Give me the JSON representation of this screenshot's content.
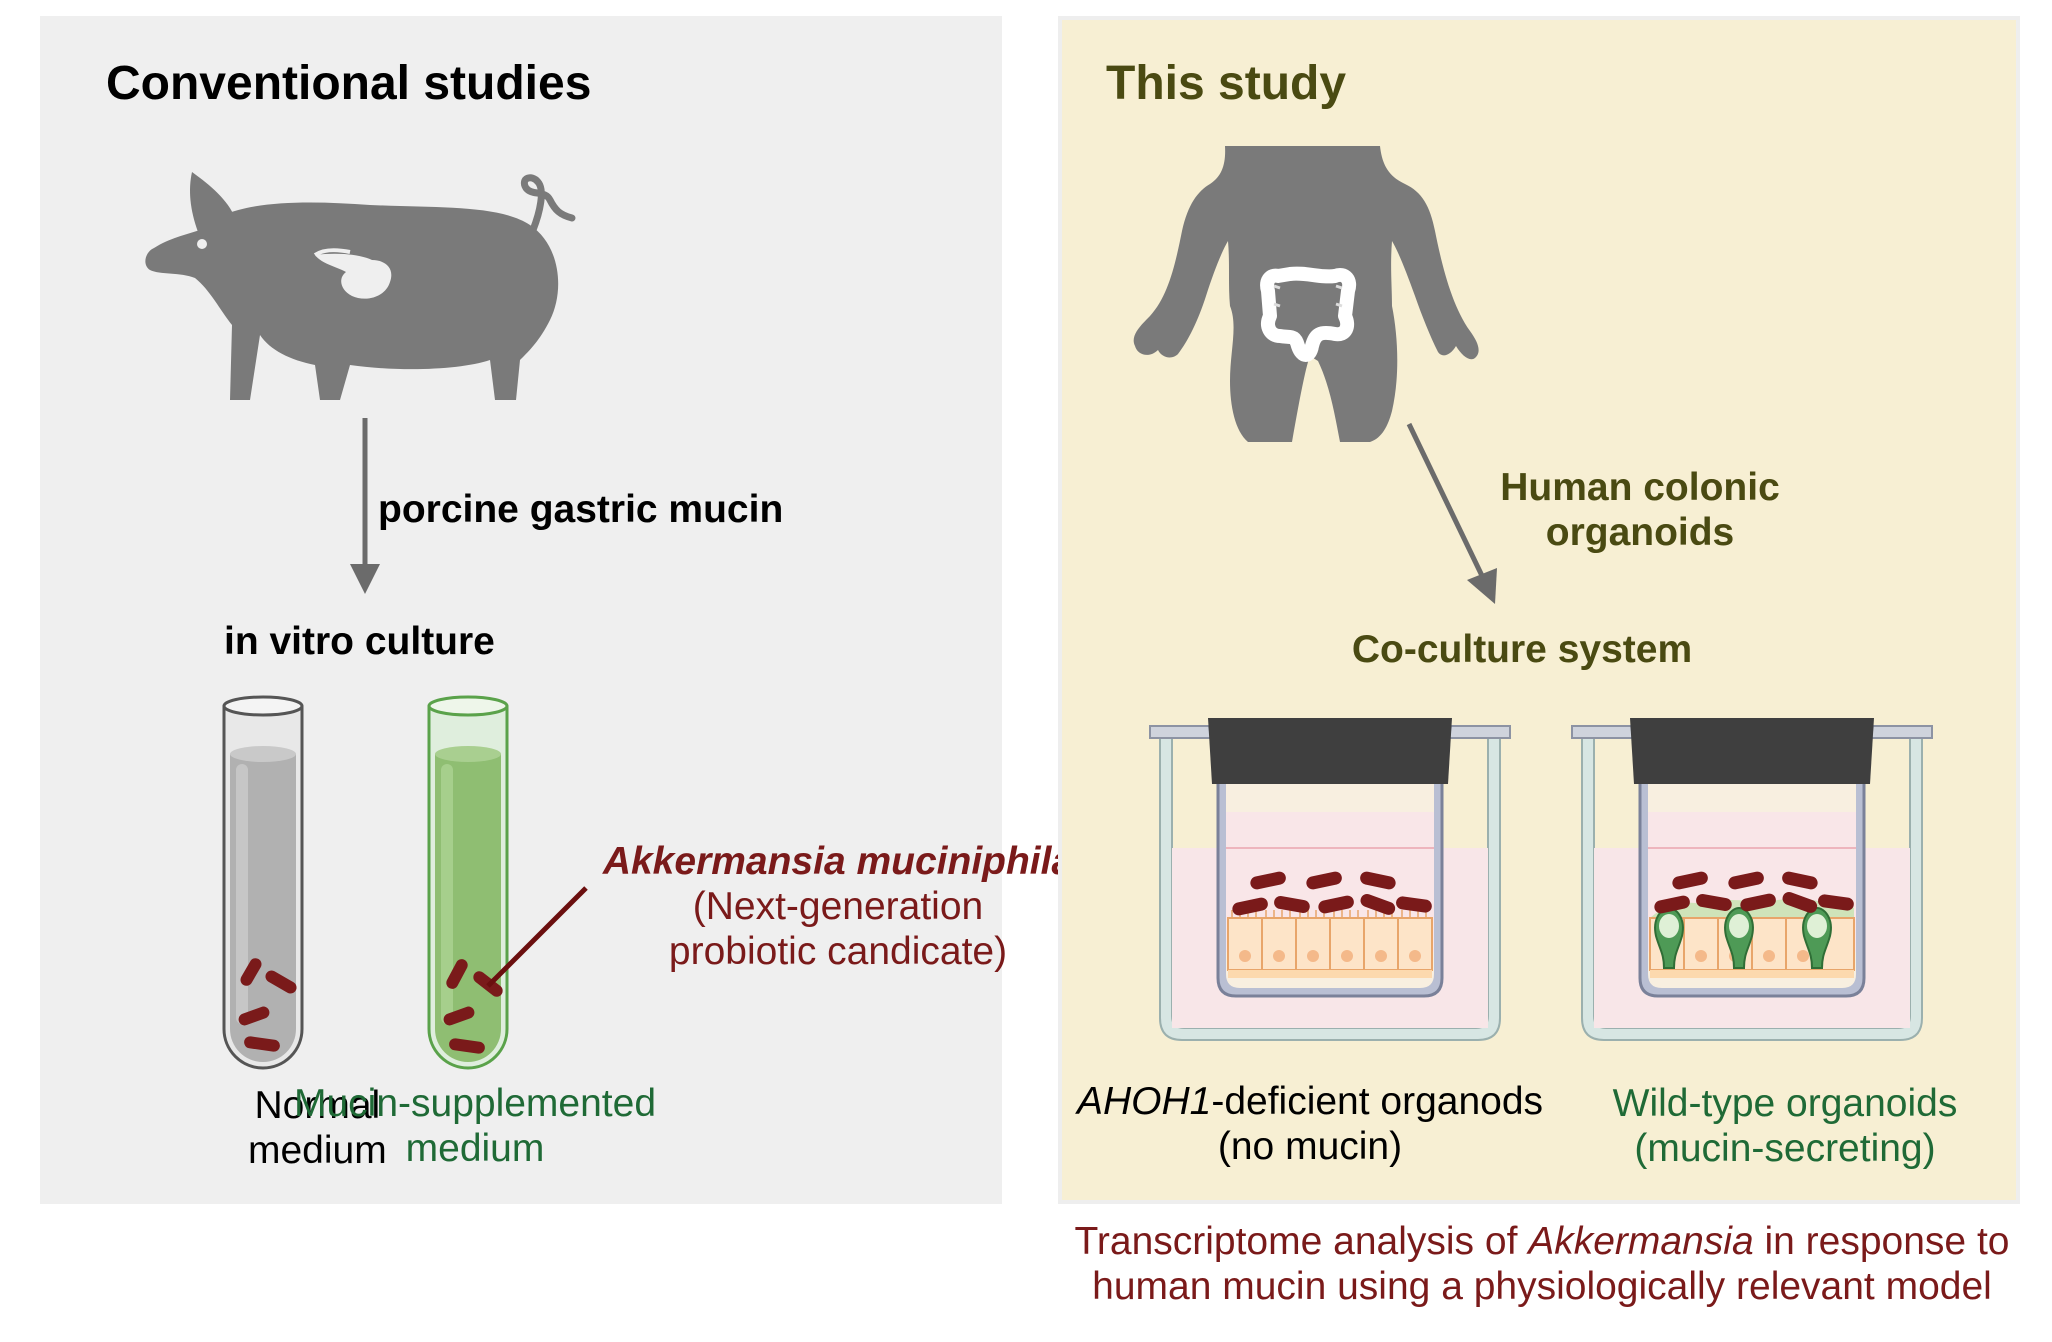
{
  "colors": {
    "left_bg": "#efefef",
    "right_bg": "#f7efd3",
    "silhouette": "#7a7a7a",
    "right_heading": "#4a4a12",
    "bacteria": "#7a1a1a",
    "green_text": "#1f6a36",
    "red_text": "#7a1a1a"
  },
  "left": {
    "title": "Conventional studies",
    "arrow_label": "porcine gastric mucin",
    "culture_label": "in vitro culture",
    "tube1_caption_line1": "Normal",
    "tube1_caption_line2": "medium",
    "tube2_caption_line1": "Mucin-supplemented",
    "tube2_caption_line2": "medium"
  },
  "callout": {
    "species": "Akkermansia muciniphila",
    "line2": "(Next-generation",
    "line3": "probiotic candicate)"
  },
  "right": {
    "title": "This study",
    "arrow_label_line1": "Human colonic",
    "arrow_label_line2": "organoids",
    "system_label": "Co-culture system",
    "well1_caption_italic": "AHOH1",
    "well1_caption_rest": "-deficient organods",
    "well1_caption_line2": "(no mucin)",
    "well2_caption_line1": "Wild-type organoids",
    "well2_caption_line2": "(mucin-secreting)"
  },
  "footer": {
    "line1_part1": "Transcriptome analysis of ",
    "line1_italic": "Akkermansia",
    "line1_part2": " in response to",
    "line2": "human mucin using a physiologically relevant model"
  },
  "icons": [
    "pig-icon",
    "human-body-icon",
    "test-tube-icon",
    "transwell-icon"
  ]
}
